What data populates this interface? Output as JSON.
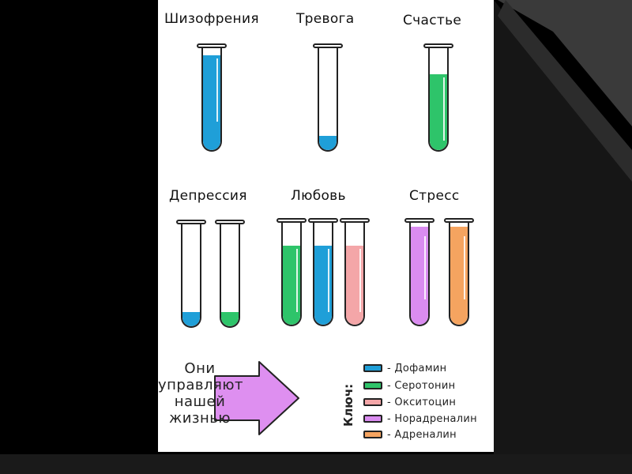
{
  "colors": {
    "dopamine": "#1f9fd8",
    "serotonin": "#2ec46a",
    "oxytocin": "#f4a6a8",
    "noradrenaline": "#da8cf0",
    "adrenaline": "#f5a460",
    "arrow": "#de8ff0"
  },
  "titles": {
    "schizophrenia": "Шизофрения",
    "anxiety": "Тревога",
    "happiness": "Счастье",
    "depression": "Депрессия",
    "love": "Любовь",
    "stress": "Стресс"
  },
  "arrow_text": {
    "line1": "Они",
    "line2": "управляют",
    "line3": "нашей",
    "line4": "жизнью"
  },
  "legend": {
    "key_label": "Ключ:",
    "items": [
      {
        "text": "- Дофамин",
        "color": "#1f9fd8"
      },
      {
        "text": "- Серотонин",
        "color": "#2ec46a"
      },
      {
        "text": "- Окситоцин",
        "color": "#f4a6a8"
      },
      {
        "text": "- Норадреналин",
        "color": "#da8cf0"
      },
      {
        "text": "- Адреналин",
        "color": "#f5a460"
      }
    ]
  }
}
